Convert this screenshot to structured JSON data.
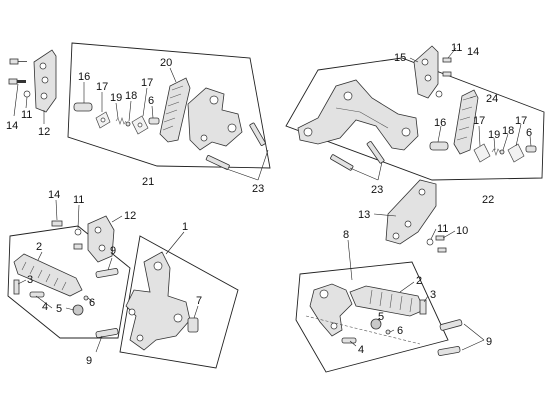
{
  "diagram": {
    "kind": "exploded parts diagram",
    "accent_colors": {
      "line": "#222222",
      "part_fill": "#e2e2e2",
      "background": "#ffffff"
    },
    "assemblies": [
      {
        "id": "top-left",
        "callouts": [
          {
            "number": "14"
          },
          {
            "number": "11"
          },
          {
            "number": "12"
          },
          {
            "number": "16"
          },
          {
            "number": "17"
          },
          {
            "number": "19"
          },
          {
            "number": "18"
          },
          {
            "number": "17"
          },
          {
            "number": "6"
          },
          {
            "number": "20"
          },
          {
            "number": "21"
          },
          {
            "number": "23"
          }
        ]
      },
      {
        "id": "top-right",
        "callouts": [
          {
            "number": "15"
          },
          {
            "number": "11"
          },
          {
            "number": "14"
          },
          {
            "number": "24"
          },
          {
            "number": "16"
          },
          {
            "number": "17"
          },
          {
            "number": "19"
          },
          {
            "number": "18"
          },
          {
            "number": "17"
          },
          {
            "number": "6"
          },
          {
            "number": "22"
          },
          {
            "number": "23"
          }
        ]
      },
      {
        "id": "bottom-left",
        "callouts": [
          {
            "number": "14"
          },
          {
            "number": "11"
          },
          {
            "number": "12"
          },
          {
            "number": "1"
          },
          {
            "number": "2"
          },
          {
            "number": "3"
          },
          {
            "number": "9"
          },
          {
            "number": "4"
          },
          {
            "number": "5"
          },
          {
            "number": "6"
          },
          {
            "number": "7"
          },
          {
            "number": "9"
          }
        ]
      },
      {
        "id": "bottom-right",
        "callouts": [
          {
            "number": "13"
          },
          {
            "number": "11"
          },
          {
            "number": "10"
          },
          {
            "number": "8"
          },
          {
            "number": "2"
          },
          {
            "number": "3"
          },
          {
            "number": "5"
          },
          {
            "number": "6"
          },
          {
            "number": "4"
          },
          {
            "number": "9"
          }
        ]
      }
    ]
  }
}
